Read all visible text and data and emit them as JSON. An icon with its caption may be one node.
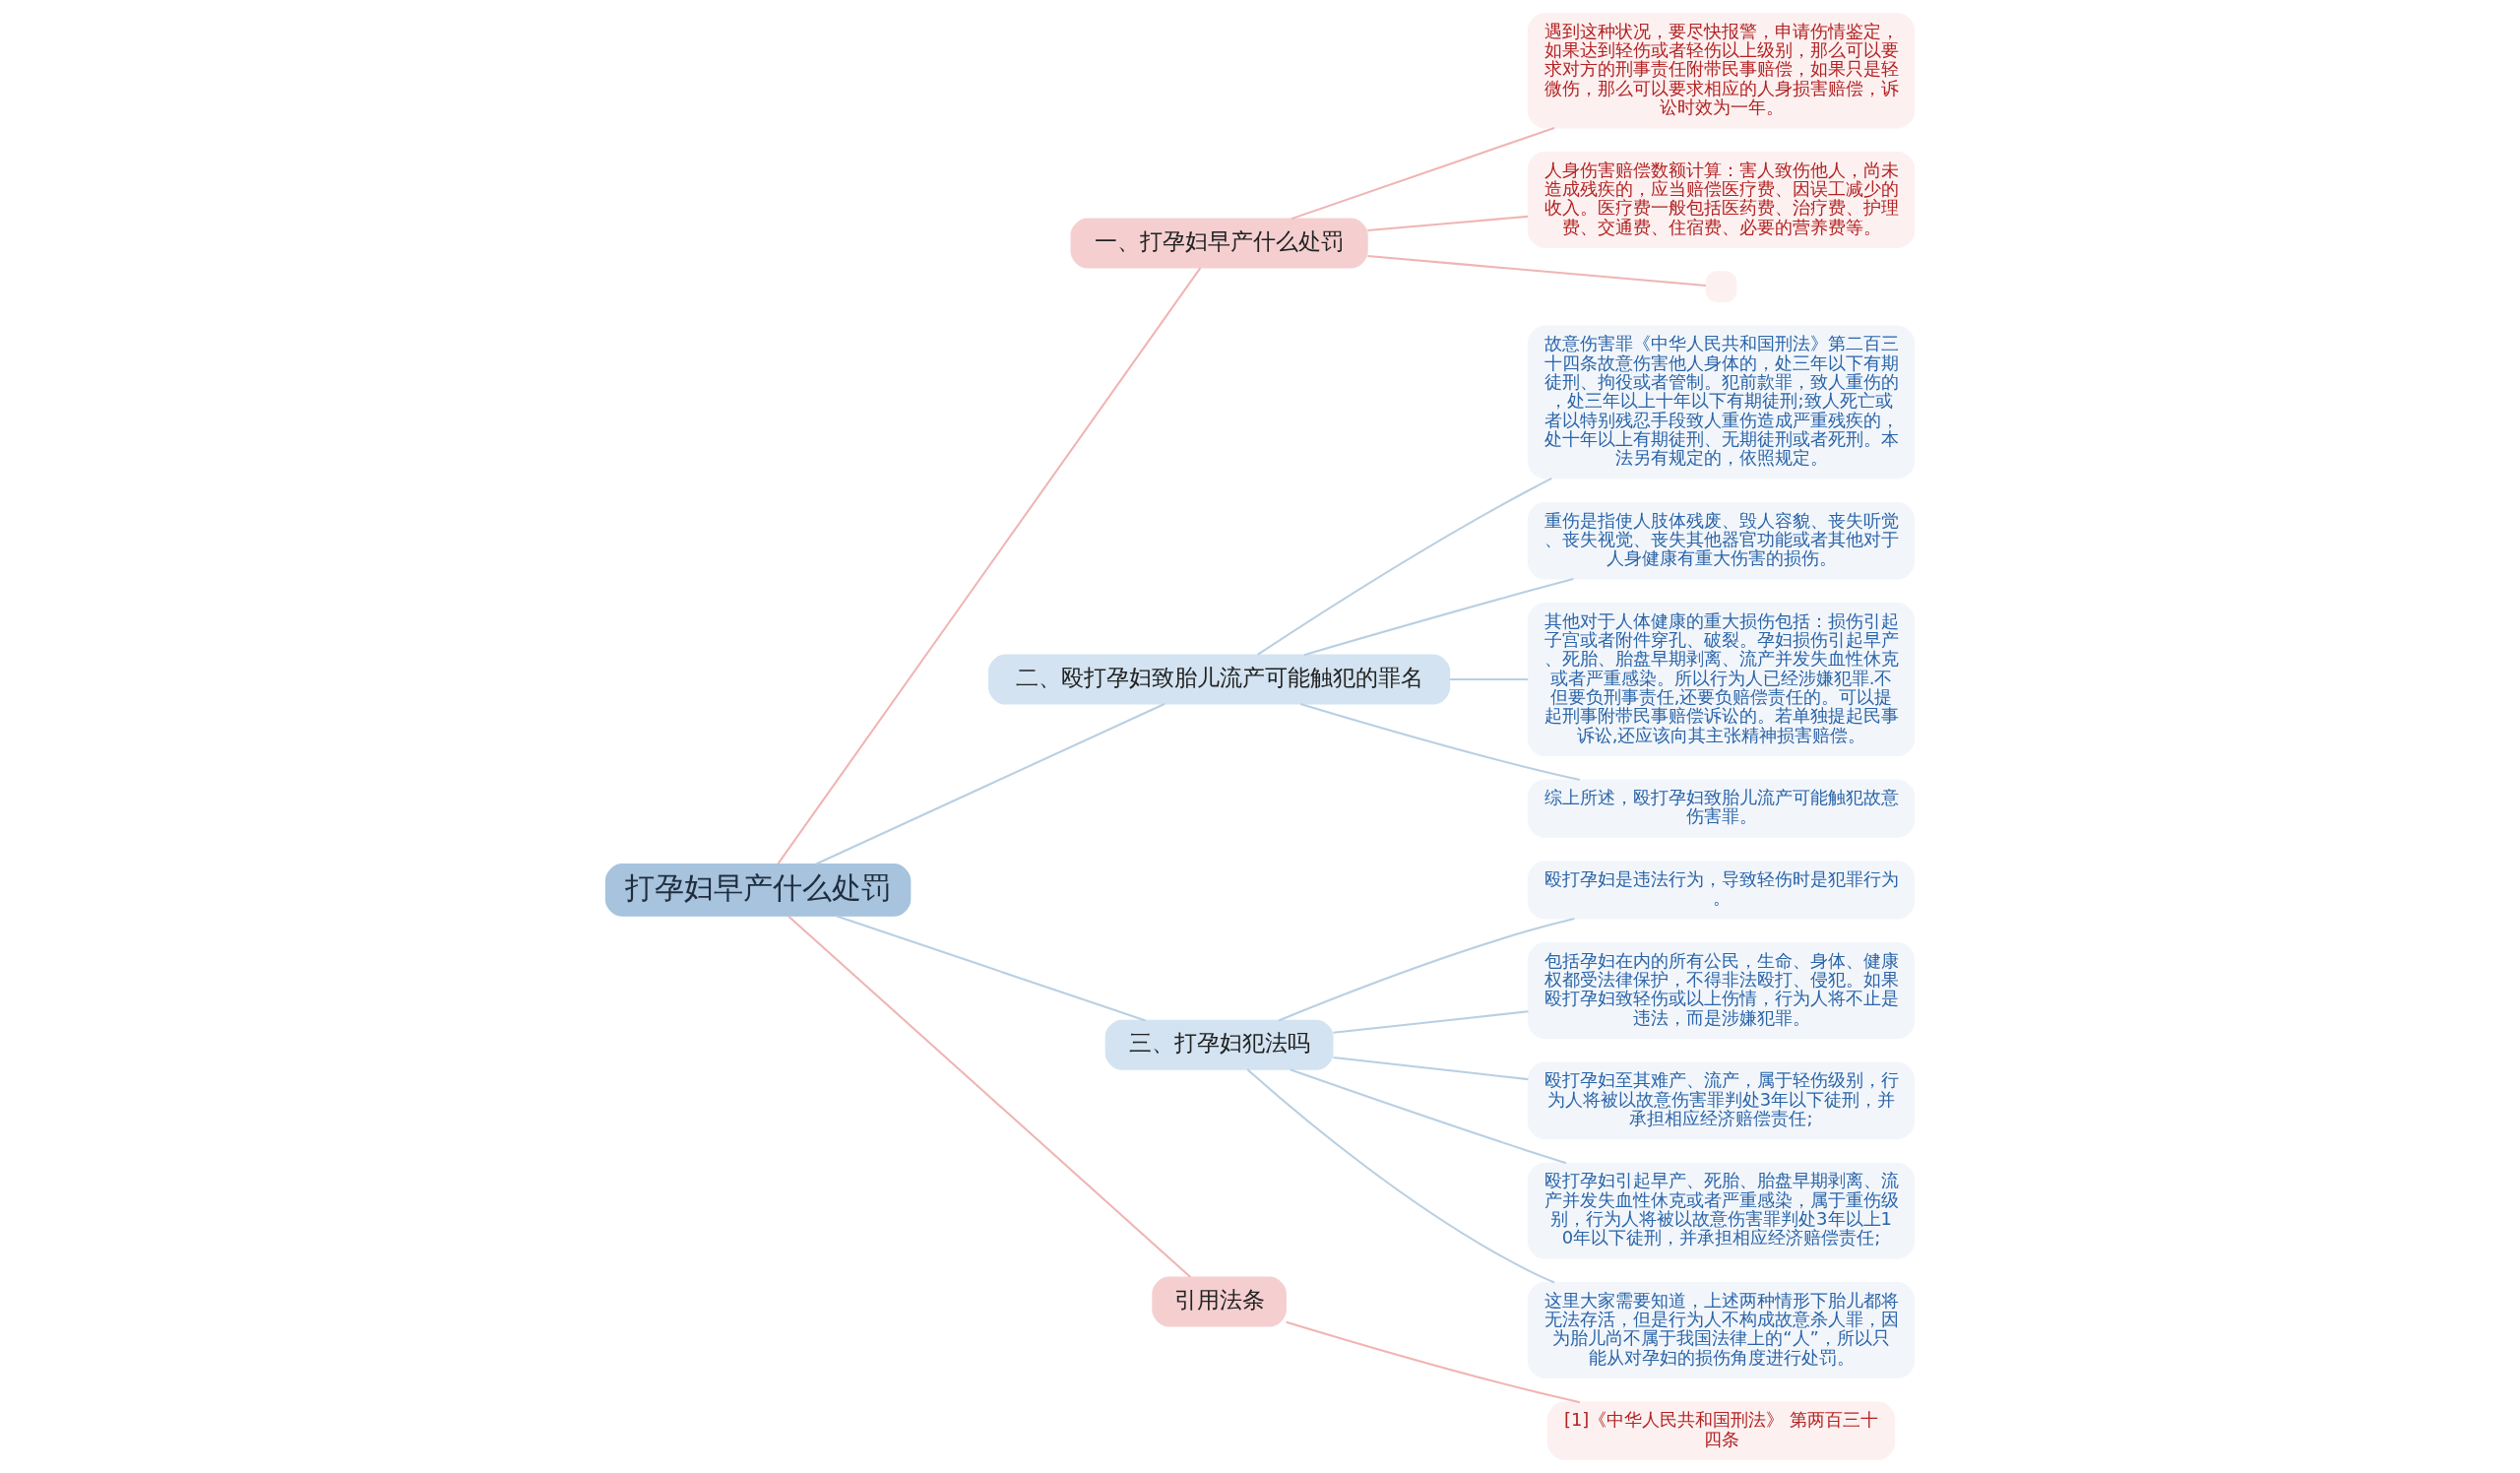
{
  "diagram": {
    "nodes": [
      {
        "text": [
          "打孕妇早产什么处罚"
        ]
      },
      {
        "text": [
          "一、打孕妇早产什么处罚"
        ]
      },
      {
        "text": [
          "遇到这种状况，要尽快报警，申请伤情鉴定，如果达到轻伤或者轻伤以上级别，那么可以要求对方的刑事责任附带民事赔偿，如果只是轻微伤，那么可以要求相应的人身损害赔偿，诉讼时效为一年。"
        ]
      },
      {
        "text": [
          "人身伤害赔偿数额计算：害人致伤他人，尚未造成残疾的，应当赔偿医疗费、因误工减少的收入。医疗费一般包括医药费、治疗费、护理费、交通费、住宿费、必要的营养费等。"
        ]
      },
      {
        "text": [],
        "shape": "box"
      },
      {
        "text": [
          "二、殴打孕妇致胎儿流产可能触犯的罪名"
        ]
      },
      {
        "text": [
          "故意伤害罪《中华人民共和国刑法》第二百三十四条故意伤害他人身体的，处三年以下有期徒刑、拘役或者管制。犯前款罪，致人重伤的，处三年以上十年以下有期徒刑;致人死亡或者以特别残忍手段致人重伤造成严重残疾的，处十年以上有期徒刑、无期徒刑或者死刑。本法另有规定的，依照规定。"
        ]
      },
      {
        "text": [
          "重伤是指使人肢体残废、毁人容貌、丧失听觉、丧失视觉、丧失其他器官功能或者其他对于人身健康有重大伤害的损伤。"
        ]
      },
      {
        "text": [
          "其他对于人体健康的重大损伤包括：损伤引起子宫或者附件穿孔、破裂。孕妇损伤引起早产、死胎、胎盘早期剥离、流产并发失血性休克或者严重感染。所以行为人已经涉嫌犯罪.不但要负刑事责任,还要负赔偿责任的。可以提起刑事附带民事赔偿诉讼的。若单独提起民事诉讼,还应该向其主张精神损害赔偿。"
        ]
      },
      {
        "text": [
          "综上所述，殴打孕妇致胎儿流产可能触犯故意伤害罪。"
        ]
      },
      {
        "text": [
          "三、打孕妇犯法吗"
        ]
      },
      {
        "text": [
          "殴打孕妇是违法行为，导致轻伤时是犯罪行为。"
        ]
      },
      {
        "text": [
          "包括孕妇在内的所有公民，生命、身体、健康权都受法律保护，不得非法殴打、侵犯。如果殴打孕妇致轻伤或以上伤情，行为人将不止是违法，而是涉嫌犯罪。"
        ]
      },
      {
        "text": [
          "殴打孕妇至其难产、流产，属于轻伤级别，行为人将被以故意伤害罪判处3年以下徒刑，并承担相应经济赔偿责任;"
        ]
      },
      {
        "text": [
          "殴打孕妇引起早产、死胎、胎盘早期剥离、流产并发失血性休克或者严重感染，属于重伤级别，行为人将被以故意伤害罪判处3年以上10年以下徒刑，并承担相应经济赔偿责任;"
        ]
      },
      {
        "text": [
          "这里大家需要知道，上述两种情形下胎儿都将无法存活，但是行为人不构成故意杀人罪，因为胎儿尚不属于我国法律上的“人”，所以只能从对孕妇的损伤角度进行处罚。"
        ]
      },
      {
        "text": [
          "引用法条"
        ]
      },
      {
        "text": [
          "[1]《中华人民共和国刑法》 第两百三十四条"
        ]
      }
    ],
    "edges": [
      {
        "from": 0,
        "to": 1,
        "arrow": "none",
        "color": "#f0b4b4"
      },
      {
        "from": 1,
        "to": 2,
        "arrow": "none",
        "color": "#f0b4b4"
      },
      {
        "from": 1,
        "to": 3,
        "arrow": "none",
        "color": "#f0b4b4"
      },
      {
        "from": 1,
        "to": 4,
        "arrow": "none",
        "color": "#f0b4b4"
      },
      {
        "from": 0,
        "to": 5,
        "arrow": "none"
      },
      {
        "from": 5,
        "to": 6,
        "arrow": "none"
      },
      {
        "from": 5,
        "to": 7,
        "arrow": "none"
      },
      {
        "from": 5,
        "to": 8,
        "arrow": "none"
      },
      {
        "from": 5,
        "to": 9,
        "arrow": "none"
      },
      {
        "from": 0,
        "to": 10,
        "arrow": "none"
      },
      {
        "from": 10,
        "to": 11,
        "arrow": "none"
      },
      {
        "from": 10,
        "to": 12,
        "arrow": "none"
      },
      {
        "from": 10,
        "to": 13,
        "arrow": "none"
      },
      {
        "from": 10,
        "to": 14,
        "arrow": "none"
      },
      {
        "from": 10,
        "to": 15,
        "arrow": "none"
      },
      {
        "from": 0,
        "to": 16,
        "arrow": "none",
        "color": "#f0b4b4"
      },
      {
        "from": 16,
        "to": 17,
        "arrow": "none",
        "color": "#f0b4b4"
      }
    ]
  }
}
